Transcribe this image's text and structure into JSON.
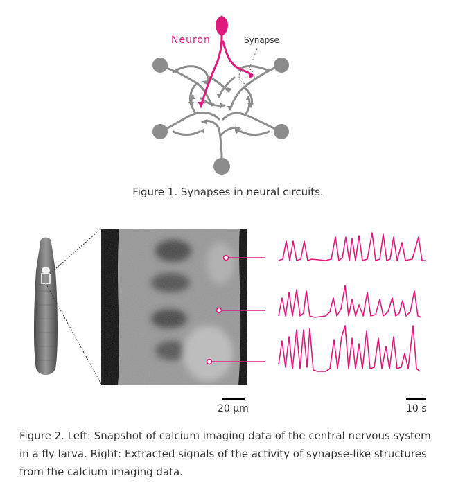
{
  "figure1": {
    "neuron_label": "Neuron",
    "synapse_label": "Synapse",
    "caption": "Figure 1. Synapses in neural circuits."
  },
  "figure2": {
    "scale_micron_label": "20 μm",
    "scale_time_label": "10 s",
    "caption_line1": "Figure 2. Left: Snapshot of calcium imaging data of the central nervous system",
    "caption_line2": "in a fly larva. Right: Extracted signals of the activity of synapse-like structures",
    "caption_line3": "from the calcium imaging data."
  },
  "colors": {
    "magenta": "#e0197d",
    "gray": "#8c8c8c"
  }
}
